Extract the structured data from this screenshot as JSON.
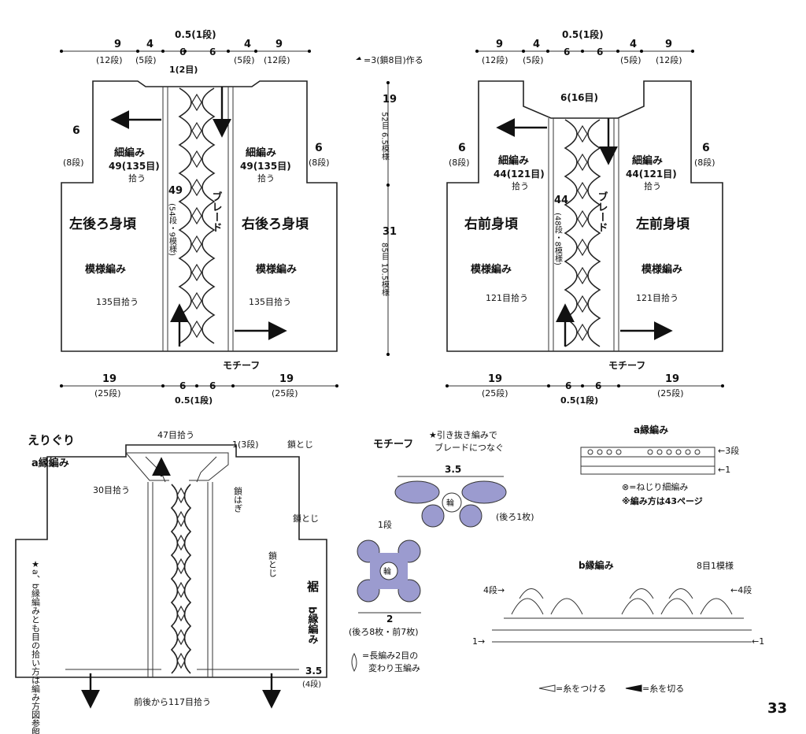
{
  "top_dims": {
    "w9": "9",
    "w4": "4",
    "w05": "0.5(1段)",
    "w6": "6",
    "r12": "(12段)",
    "r5": "(5段)"
  },
  "dot_note": "=3(鎖8目)作る",
  "center_dims": {
    "upper": "19",
    "upper_sub": "52目 6.5模様",
    "lower": "31",
    "lower_sub": "85目 10.5模様"
  },
  "back": {
    "neck_count": "1(2目)",
    "left_title": "左後ろ身頃",
    "right_title": "右後ろ身頃",
    "sc_label": "細編み",
    "sc_pick": "49(135目)",
    "pick": "拾う",
    "pattern": "模様編み",
    "pick135": "135目拾う",
    "side6": "6",
    "side_rows": "(8段)",
    "center_h": "49",
    "center_h_sub": "(54段・9模様)",
    "braid": "ブレード",
    "motif": "モチーフ",
    "bottom19": "19",
    "bottom_rows": "(25段)",
    "bottom6": "6",
    "bottom_mid": "0.5(1段)"
  },
  "front": {
    "neck_count": "6(16目)",
    "left_title": "右前身頃",
    "right_title": "左前身頃",
    "sc_pick": "44(121目)",
    "pick121": "121目拾う",
    "center_h": "44",
    "center_h_sub": "(48段・8模様)"
  },
  "collar": {
    "title": "えりぐり",
    "edge_a": "a縁編み",
    "pick47": "47目拾う",
    "rows13": "1(3段)",
    "chain_close": "鎖とじ",
    "pick30": "30目拾う",
    "chain_join": "鎖はぎ",
    "chain_close2": "鎖とじ",
    "chain_close3": "鎖とじ",
    "hem": "裾",
    "edge_b": "b縁編み",
    "hem_h": "3.5",
    "hem_rows": "(4段)",
    "pick117": "前後から117目拾う",
    "star_note": "★a、b縁編みとも目の拾い方は編み方図参照"
  },
  "motif_box": {
    "title": "モチーフ",
    "note1": "★引き抜き編みで",
    "note2": "ブレードにつなぐ",
    "w35": "3.5",
    "ring": "輪",
    "back_count": "(後ろ1枚)",
    "row1": "1段",
    "w2": "2",
    "counts": "(後ろ8枚・前7枚)",
    "legend1": "=長編み2目の",
    "legend2": "変わり玉編み"
  },
  "a_edge": {
    "title": "a縁編み",
    "r3": "←3段",
    "r1": "←1",
    "legend_x": "⊗=ねじり細編み",
    "ref": "※編み方は43ページ"
  },
  "b_edge": {
    "title": "b縁編み",
    "repeat": "8目1模様",
    "r4l": "4段→",
    "r4r": "←4段",
    "r1l": "1→",
    "r1r": "←1"
  },
  "legend": {
    "attach": "=糸をつける",
    "cut": "=糸を切る"
  },
  "page_number": "33",
  "colors": {
    "motif_fill": "#9b9bcf",
    "line": "#222222"
  }
}
